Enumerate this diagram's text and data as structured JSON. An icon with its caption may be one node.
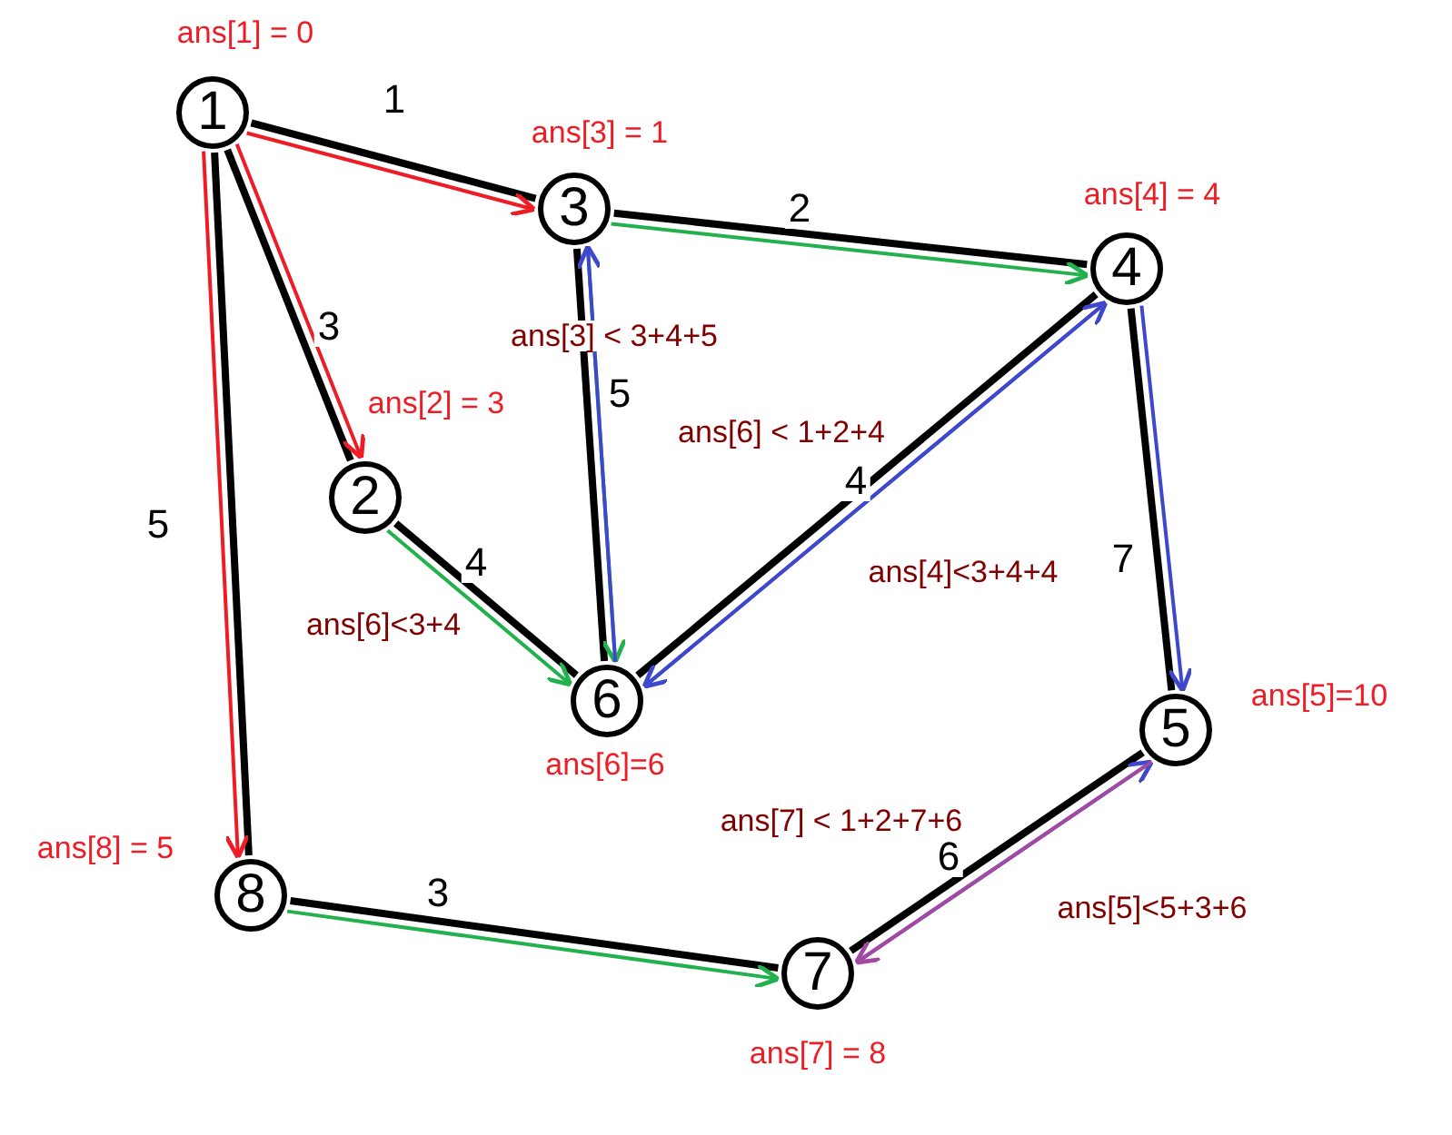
{
  "diagram": {
    "nodes": [
      {
        "text": [
          "1"
        ],
        "beside": [
          "ans[1] = 0"
        ]
      },
      {
        "text": [
          "3"
        ],
        "beside": [
          "ans[3] = 1"
        ]
      },
      {
        "text": [
          "4"
        ],
        "beside": [
          "ans[4] = 4"
        ]
      },
      {
        "text": [
          "2"
        ],
        "beside": [
          "ans[2] = 3"
        ]
      },
      {
        "text": [
          "6"
        ],
        "beside": [
          "ans[6]=6"
        ]
      },
      {
        "text": [
          "5"
        ],
        "beside": [
          "ans[5]=10"
        ]
      },
      {
        "text": [
          "8"
        ],
        "beside": [
          "ans[8] = 5"
        ]
      },
      {
        "text": [
          "7"
        ],
        "beside": [
          "ans[7] = 8"
        ]
      }
    ],
    "edges": [
      {
        "from": 0,
        "to": 1,
        "arrow": "none",
        "label": "1",
        "style": "thick"
      },
      {
        "from": 0,
        "to": 3,
        "arrow": "none",
        "label": "3",
        "style": "thick"
      },
      {
        "from": 0,
        "to": 6,
        "arrow": "none",
        "label": "5",
        "style": "thick"
      },
      {
        "from": 1,
        "to": 2,
        "arrow": "none",
        "label": "2",
        "style": "thick"
      },
      {
        "from": 1,
        "to": 4,
        "arrow": "none",
        "label": "5",
        "style": "thick"
      },
      {
        "from": 3,
        "to": 4,
        "arrow": "none",
        "label": "4",
        "style": "thick"
      },
      {
        "from": 4,
        "to": 2,
        "arrow": "none",
        "label": "4",
        "style": "thick"
      },
      {
        "from": 2,
        "to": 5,
        "arrow": "none",
        "label": "7",
        "style": "thick"
      },
      {
        "from": 5,
        "to": 7,
        "arrow": "none",
        "label": "6",
        "style": "thick"
      },
      {
        "from": 6,
        "to": 7,
        "arrow": "none",
        "label": "3",
        "style": "thick"
      },
      {
        "from": 0,
        "to": 1,
        "arrow": "to",
        "color": "#ee1c24"
      },
      {
        "from": 0,
        "to": 3,
        "arrow": "to",
        "color": "#ee1c24"
      },
      {
        "from": 0,
        "to": 6,
        "arrow": "to",
        "color": "#ee1c24"
      },
      {
        "from": 1,
        "to": 2,
        "arrow": "to",
        "color": "#22b14c"
      },
      {
        "from": 1,
        "to": 4,
        "arrow": "to",
        "color": "#22b14c"
      },
      {
        "from": 3,
        "to": 4,
        "arrow": "to",
        "color": "#22b14c"
      },
      {
        "from": 6,
        "to": 7,
        "arrow": "to",
        "color": "#22b14c"
      },
      {
        "from": 4,
        "to": 1,
        "arrow": "to",
        "color": "#3f48cc"
      },
      {
        "from": 4,
        "to": 2,
        "arrow": "to",
        "color": "#3f48cc"
      },
      {
        "from": 2,
        "to": 4,
        "arrow": "to",
        "color": "#3f48cc"
      },
      {
        "from": 2,
        "to": 5,
        "arrow": "to",
        "color": "#3f48cc"
      },
      {
        "from": 7,
        "to": 5,
        "arrow": "to",
        "color": "#3f48cc"
      },
      {
        "from": 5,
        "to": 7,
        "arrow": "to",
        "color": "#a349a4"
      }
    ],
    "labels": [
      "ans[3] < 3+4+5",
      "ans[6] < 1+2+4",
      "ans[4]<3+4+4",
      "ans[6]<3+4",
      "ans[7] < 1+2+7+6",
      "ans[5]<5+3+6"
    ]
  }
}
